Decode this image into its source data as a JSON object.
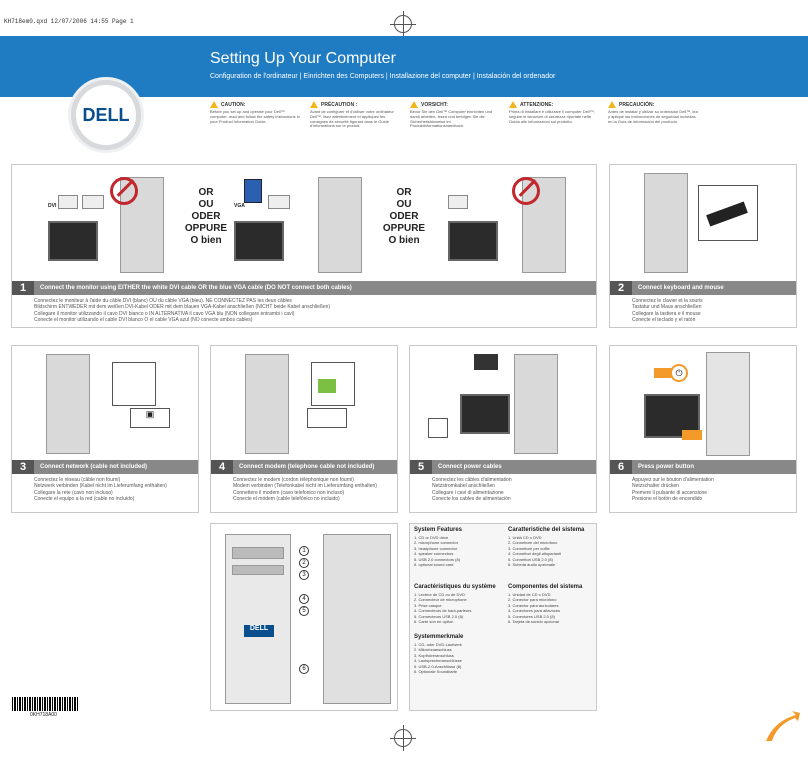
{
  "print_header": {
    "text": "KH718em0.qxd  12/07/2006  14:55  Page 1"
  },
  "title": "Setting Up Your Computer",
  "subtitle": "Configuration de l'ordinateur | Einrichten des Computers | Installazione del computer | Instalación del ordenador",
  "logo_text": "DELL",
  "warnings": [
    {
      "head": "CAUTION:",
      "body": "Before you set up and operate your Dell™ computer, read and follow the safety instructions in your Product Information Guide."
    },
    {
      "head": "PRÉCAUTION :",
      "body": "Avant de configurer et d'utiliser votre ordinateur Dell™, lisez attentivement et appliquez les consignes de sécurité figurant dans le Guide d'informations sur le produit."
    },
    {
      "head": "VORSICHT:",
      "body": "Bevor Sie den Dell™ Computer einrichten und damit arbeiten, lesen und befolgen Sie die Sicherheitshinweise im Produktinformationshandbuch."
    },
    {
      "head": "ATTENZIONE:",
      "body": "Prima di installare e utilizzare il computer Dell™, seguire le istruzioni di sicurezza riportate nella Guida alle informazioni sul prodotto."
    },
    {
      "head": "PRECAUCIÓN:",
      "body": "Antes de instalar y utilizar su ordenador Dell™, lea y aplique las instrucciones de seguridad incluidas en la Guía de información del producto."
    }
  ],
  "or_words": [
    "OR",
    "OU",
    "ODER",
    "OPPURE",
    "O bien"
  ],
  "port_labels": {
    "dvi": "DVI",
    "vga": "VGA"
  },
  "steps": [
    {
      "num": "1",
      "label": "Connect the monitor using EITHER the white DVI cable OR the blue VGA cable (DO NOT connect both cables)",
      "lines": [
        "Connectez le moniteur à l'aide du câble DVI (blanc) OU du câble VGA (bleu). NE CONNECTEZ PAS les deux câbles",
        "Bildschirm ENTWEDER mit dem weißen DVI-Kabel ODER mit dem blauen VGA-Kabel anschließen (NICHT beide Kabel anschließen)",
        "Collegare il monitor utilizzando il cavo DVI bianco o IN ALTERNATIVA il cavo VGA blu (NON collegare entrambi i cavi)",
        "Conecte el monitor utilizando el cable DVI blanco O el cable VGA azul (NO conecte ambos cables)"
      ]
    },
    {
      "num": "2",
      "label": "Connect keyboard and mouse",
      "lines": [
        "Connectez le clavier et la souris",
        "Tastatur und Maus anschließen",
        "Collegare la tastiera e il mouse",
        "Conecte el teclado y el ratón"
      ]
    },
    {
      "num": "3",
      "label": "Connect network (cable not included)",
      "lines": [
        "Connectez le réseau (câble non fourni)",
        "Netzwerk verbinden (Kabel nicht im Lieferumfang enthalten)",
        "Collegare la rete (cavo non incluso)",
        "Conecte el equipo a la red (cable no incluido)"
      ]
    },
    {
      "num": "4",
      "label": "Connect modem (telephone cable not included)",
      "lines": [
        "Connectez le modem (cordon téléphonique non fourni)",
        "Modem verbinden (Telefonkabel nicht im Lieferumfang enthalten)",
        "Connettere il modem (cavo telefonico non incluso)",
        "Conecte el módem (cable telefónico no incluido)"
      ]
    },
    {
      "num": "5",
      "label": "Connect power cables",
      "lines": [
        "Connectez les câbles d'alimentation",
        "Netzstromkabel anschließen",
        "Collegare i cavi di alimentazione",
        "Conecte los cables de alimentación"
      ]
    },
    {
      "num": "6",
      "label": "Press power button",
      "lines": [
        "Appuyez sur le bouton d'alimentation",
        "Netzschalter drücken",
        "Premere il pulsante di accensione",
        "Presione el botón de encendido"
      ]
    }
  ],
  "callouts": [
    "1",
    "2",
    "3",
    "4",
    "5",
    "6"
  ],
  "features": [
    {
      "head": "System Features",
      "items": [
        "1.  CD or DVD drive",
        "2.  microphone connector",
        "3.  headphone connector",
        "4.  speaker connectors",
        "5.  USB 2.0 connectors (8)",
        "6.  optional sound card"
      ]
    },
    {
      "head": "Caratteristiche del sistema",
      "items": [
        "1.  Unità CD o DVD",
        "2.  Connettore del microfono",
        "3.  Connettore per cuffie",
        "4.  Connettori degli altoparlanti",
        "5.  Connettori USB 2.0 (8)",
        "6.  Scheda audio opzionale"
      ]
    },
    {
      "head": "Caractéristiques du système",
      "items": [
        "1.  Lecteur de CD ou de DVD",
        "2.  Connecteur de microphone",
        "3.  Prise casque",
        "4.  Connecteurs de haut-parleurs",
        "5.  Connecteurs USB 2.0 (8)",
        "6.  Carte son en option"
      ]
    },
    {
      "head": "Componentes del sistema",
      "items": [
        "1.  Unidad de CD o DVD",
        "2.  Conector para micrófono",
        "3.  Conector para auriculares",
        "4.  Conectores para altavoces",
        "5.  Conectores USB 2.0 (8)",
        "6.  Tarjeta de sonido opcional"
      ]
    },
    {
      "head": "Systemmerkmale",
      "items": [
        "1.  CD- oder DVD-Laufwerk",
        "2.  Mikrofonanschluss",
        "3.  Kopfhöreranschluss",
        "4.  Lautsprecheranschlüsse",
        "5.  USB-2.0-Anschlüsse (8)",
        "6.  Optionale Soundkarte"
      ]
    }
  ],
  "barcode_label": "0KH718A00",
  "colors": {
    "header_blue": "#1f7cc2",
    "step_bar": "#888888",
    "warn_yellow": "#f2b51b",
    "no_red": "#c1272d",
    "arrow_orange": "#f39a2b"
  }
}
